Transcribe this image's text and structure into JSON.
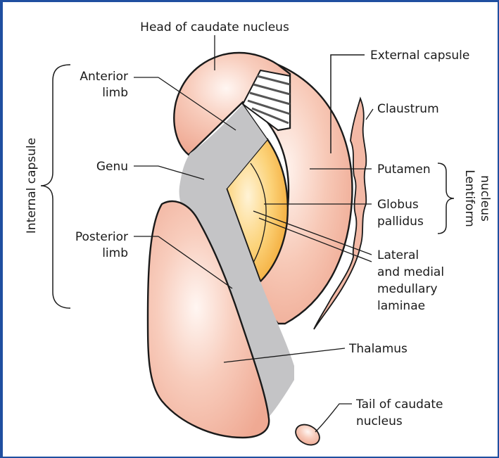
{
  "labels": {
    "head_caudate": "Head of caudate nucleus",
    "external_capsule": "External capsule",
    "anterior_limb_1": "Anterior",
    "anterior_limb_2": "limb",
    "claustrum": "Claustrum",
    "genu": "Genu",
    "putamen": "Putamen",
    "globus_1": "Globus",
    "globus_2": "pallidus",
    "posterior_limb_1": "Posterior",
    "posterior_limb_2": "limb",
    "laminae_1": "Lateral",
    "laminae_2": "and medial",
    "laminae_3": "medullary",
    "laminae_4": "laminae",
    "thalamus": "Thalamus",
    "tail_caudate_1": "Tail of caudate",
    "tail_caudate_2": "nucleus",
    "internal_capsule": "Internal capsule",
    "lentiform_1": "Lentiform",
    "lentiform_2": "nucleus"
  },
  "colors": {
    "nucleus_pink": "#f3b9a6",
    "nucleus_highlight": "#fdebe3",
    "capsule_gray": "#c4c4c6",
    "globus_orange": "#f6b445",
    "globus_highlight": "#fde9b8",
    "frame_blue": "#1f4fa0"
  }
}
